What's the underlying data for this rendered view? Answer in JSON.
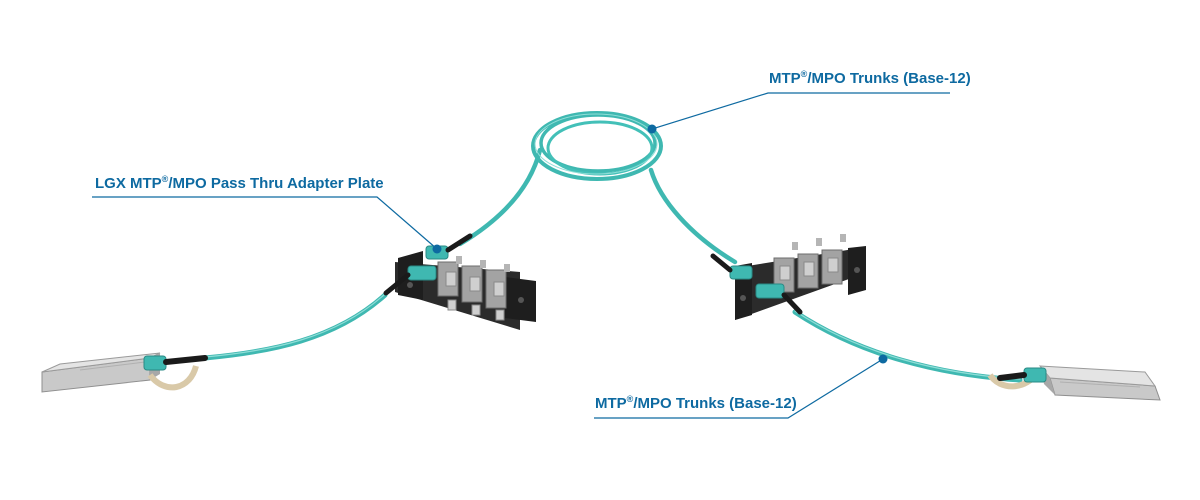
{
  "colors": {
    "callout": "#0e6aa1",
    "cable": "#3fb8b1",
    "cable_highlight": "#8fded7",
    "plate": "#2b2b2b",
    "adapter": "#9c9c9c",
    "transceiver": "#c9c9c9"
  },
  "callouts": {
    "top": {
      "pre": "MTP",
      "reg": "®",
      "post": "/MPO Trunks (Base-12)"
    },
    "left": {
      "pre": "LGX MTP",
      "reg": "®",
      "post": "/MPO Pass Thru Adapter Plate"
    },
    "bottom": {
      "pre": "MTP",
      "reg": "®",
      "post": "/MPO Trunks (Base-12)"
    }
  },
  "icons": [
    "qsfp-transceiver-left-icon",
    "qsfp-transceiver-right-icon",
    "adapter-plate-left-icon",
    "adapter-plate-right-icon",
    "fiber-cable-coil-icon"
  ]
}
